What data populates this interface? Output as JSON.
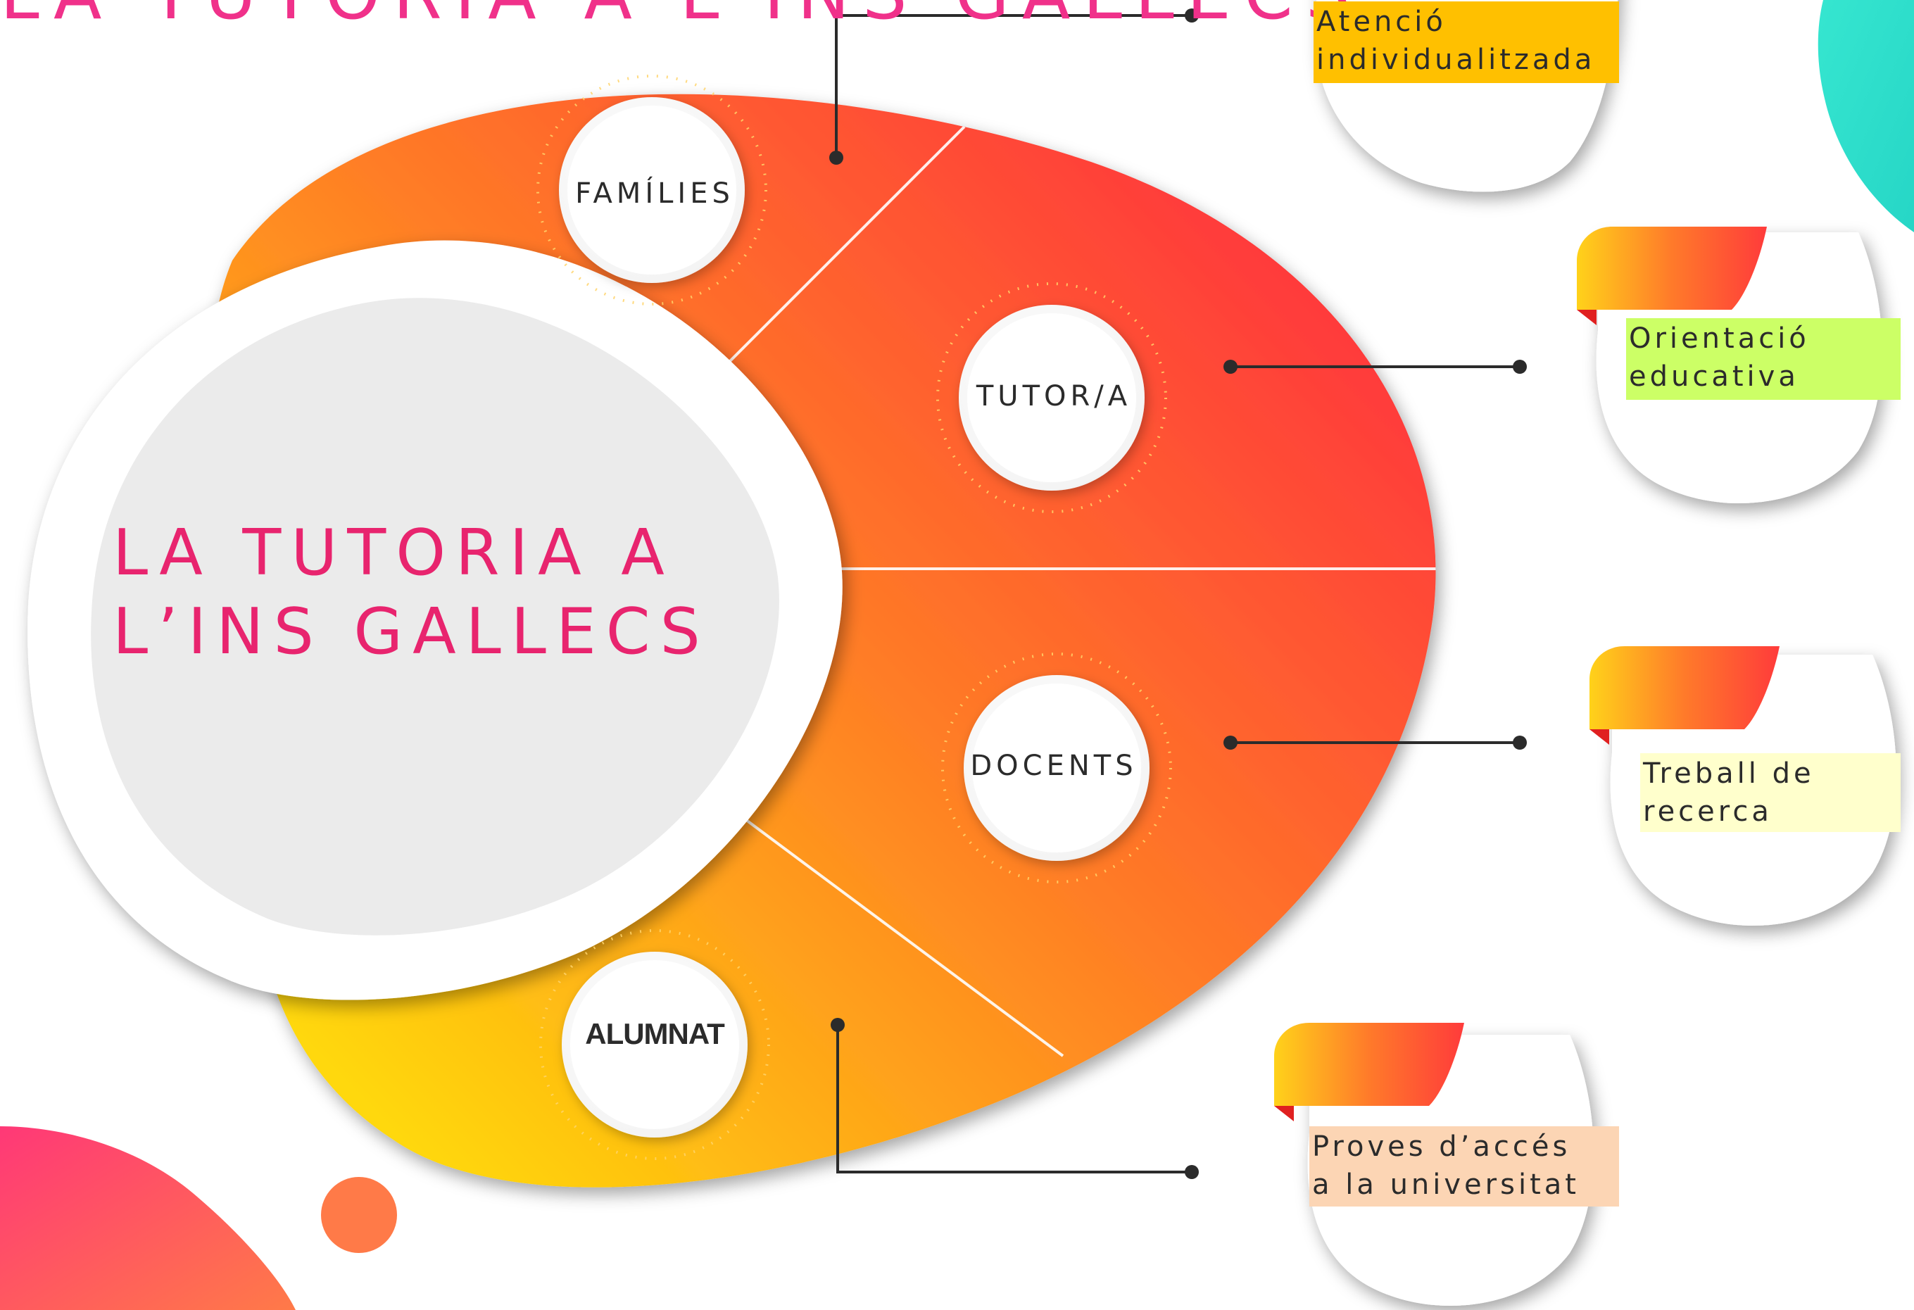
{
  "top_title": "LA TUTORIA A L'INS GALLECS",
  "main_title": {
    "line1": "LA TUTORIA A",
    "line2": "L’INS GALLECS"
  },
  "segments": [
    {
      "label": "FAMÍLIES"
    },
    {
      "label": "TUTOR/A"
    },
    {
      "label": "DOCENTS"
    },
    {
      "label": "ALUMNAT"
    }
  ],
  "outcomes": [
    {
      "line1": "Atenció",
      "line2": "individualitzada",
      "highlight": "#ffc000"
    },
    {
      "line1": "Orientació",
      "line2": "educativa",
      "highlight": "#ccff66"
    },
    {
      "line1": "Treball de",
      "line2": "recerca",
      "highlight": "#ffffcc"
    },
    {
      "line1": "Proves d’accés",
      "line2": "a la universitat",
      "highlight": "#fcd5b4"
    }
  ],
  "colors": {
    "title_pink": "#e8246e",
    "gradient_red": "#ff3a3a",
    "gradient_orange": "#ff7a2a",
    "gradient_yellow": "#ffd400",
    "accent_teal": "#2ee0c8"
  }
}
